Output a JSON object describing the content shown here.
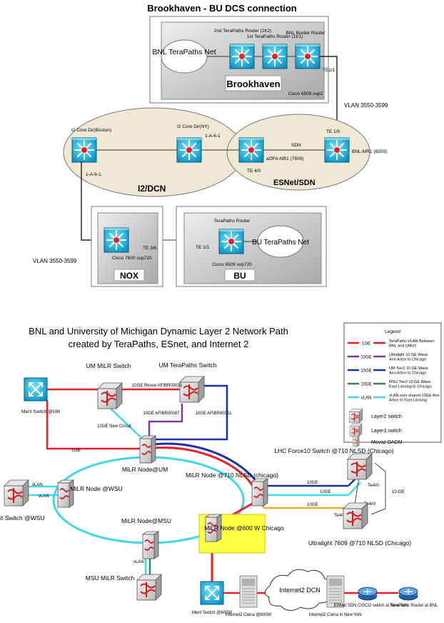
{
  "top": {
    "title": "Brookhaven - BU DCS connection",
    "bnl_net": "BNL TeraPaths Net",
    "r2_label": "2nd TeraPaths Router (2tr2)",
    "r1_label": "1st TeraPaths Router (1tr1)",
    "border_label": "BNL Border Router",
    "cisco_bnl": "Cisco 6509 sup2",
    "brookhaven": "Brookhaven",
    "te11_bnl": "TE1/1",
    "vlan_right": "VLAN 3550-3599",
    "i2_core_boston": "I2 Core Dir(Boston)",
    "i2_core_ny": "I2 Core Dir(NY)",
    "port_1a61_top": "1-A-6-1",
    "te10": "TE 1/0",
    "sdn": "SDN",
    "aofa": "aOFA-NR1 (7609)",
    "te40": "TE 4/0",
    "bnl_mr1": "BNL-MR1 (6509)",
    "i2dcn": "I2/DCN",
    "esnet": "ESNet/SDN",
    "port_1a61_left": "1-A-6-1",
    "bu_router": "TeraPaths Router",
    "te36": "TE 3/6",
    "te11_bu": "TE 1/1",
    "bu_net": "BU TeraPaths Net",
    "vlan_left": "VLAN 3550-3599",
    "cisco_7600": "Cisco 7600 sup720",
    "cisco_6509_bu": "Cisco 6509 sup720",
    "nox": "NOX",
    "bu": "BU"
  },
  "bottom": {
    "title_line1": "BNL and University of Michigan Dynamic Layer 2 Network Path",
    "title_line2": "created by TeraPaths, ESnet, and Internet 2",
    "legend": {
      "title": "Legend",
      "items": [
        {
          "tag": "1GE",
          "text": "TeraPaths VLAN Between BNL and UMich",
          "color": "#e8202a"
        },
        {
          "tag": "10GE",
          "text": "Ultralight 10 GE Wave Ann Arbor to Chicago",
          "color": "#7a3a9a"
        },
        {
          "tag": "10GE",
          "text": "UM Tier2 10 GE Wave Ann Arbor to Chicago",
          "color": "#1f2fa8"
        },
        {
          "tag": "10GE",
          "text": "MSU Tier2 10 GE Wave East Lansing to Chicago",
          "color": "#2f8a5a"
        },
        {
          "tag": "vLAN",
          "text": "vLAN over shared 10GE Ann Arbor to East Lansing",
          "color": "#3fd8e8"
        }
      ],
      "sym_l2": "Layer2 switch",
      "sym_l3": "Layer3 switch",
      "sym_oadm": "Movaz OADM"
    },
    "um_milr_switch": "UM MiLR Switch",
    "um_tp_switch": "UM TeraPaths Switch",
    "merit_um": "Merit Switch @UM",
    "reuse_lbl": "10GE Reuse AFIBR00033",
    "afibr87": "10GE AFIBR00087",
    "afibr21": "10GE AFIBR00021",
    "new_circuit": "10GE New Circuit",
    "ge1": "1GE",
    "milr_um": "MiLR Node@UM",
    "lhc": "LHC Force10 Switch @710 NLSD (Chicago)",
    "milr_710": "MiLR Node @710 NLSD (chicago)",
    "ge10_a": "10GE",
    "ge10_b": "10GE",
    "ge10_c": "10GE",
    "ge10_v": "10-GE",
    "te40_a": "Te4/0",
    "te40_b": "Te4/0",
    "te40_c": "Te4/0",
    "vlan_a": "vLAN",
    "vlan_b": "vLAN",
    "vlan_c": "vLAN",
    "milr_wsu": "MiLR Node @WSU",
    "merit_wsu": "Merit Switch @WSU",
    "milr_msu": "MiLR Node@MSU",
    "milr_600": "MiLR Node @600 W Chicago",
    "ultralight": "Ultralight 7609 @710 NLSD (Chicago)",
    "msu_switch": "MSU MiLR Switch",
    "merit_600": "Merit Switch @600W",
    "ciena_600": "Internet2 Ciena @600W",
    "i2dcn": "Internet2 DCN",
    "ciena_ny": "Internet2 Ciena in New York",
    "esnet_ny": "ESNet SDN CISCO switch at New York",
    "tp_bnl": "TeraPaths Router at BNL"
  }
}
